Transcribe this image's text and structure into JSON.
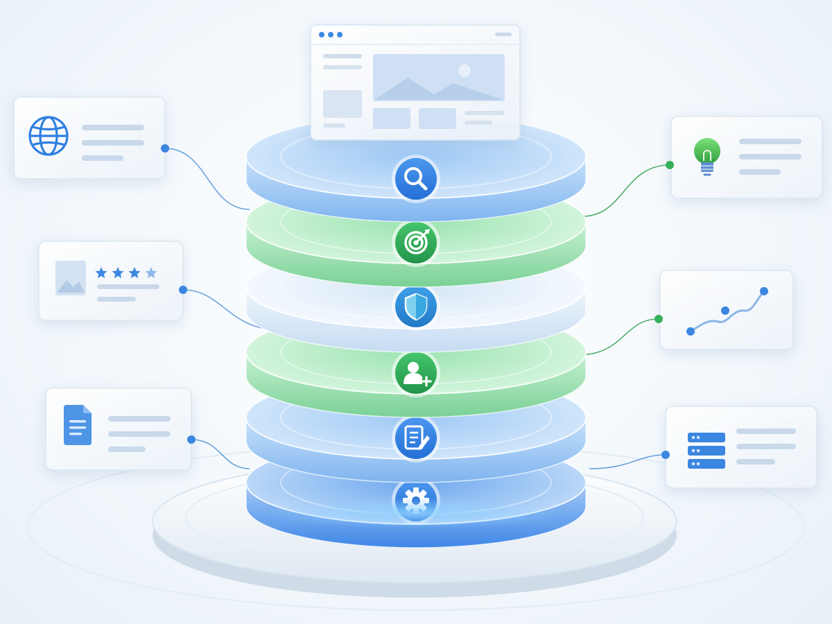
{
  "illustration": {
    "theme": "layered-stack-architecture",
    "colors": {
      "blue_layer": "#8ec0f2",
      "green_layer": "#8fe0a6",
      "pale_layer": "#d6e8f8",
      "deep_blue_layer": "#4f94ea",
      "icon_blue": "#2f7fe0",
      "icon_green": "#2eaa55",
      "connector": "#6aa2dc",
      "dot_blue": "#3b86e0",
      "dot_green": "#34b058",
      "placeholder_line": "#c9d9ea",
      "placeholder_block": "#cfe0f4"
    },
    "stack_layers": [
      {
        "icon": "search-icon",
        "tone": "blue"
      },
      {
        "icon": "target-icon",
        "tone": "green"
      },
      {
        "icon": "shield-icon",
        "tone": "pale"
      },
      {
        "icon": "add-user-icon",
        "tone": "green"
      },
      {
        "icon": "edit-document-icon",
        "tone": "blue"
      },
      {
        "icon": "gear-icon",
        "tone": "deep-blue"
      }
    ],
    "side_cards": [
      {
        "position": "left-top",
        "icon": "globe-icon"
      },
      {
        "position": "left-middle",
        "icon": "image-rating-icon",
        "rating_stars": 4
      },
      {
        "position": "left-bottom",
        "icon": "document-icon"
      },
      {
        "position": "right-top",
        "icon": "lightbulb-icon"
      },
      {
        "position": "right-middle",
        "icon": "trend-line-icon"
      },
      {
        "position": "right-bottom",
        "icon": "server-icon"
      }
    ],
    "top_card": {
      "icon": "browser-window-icon",
      "window_dots": 3
    }
  }
}
